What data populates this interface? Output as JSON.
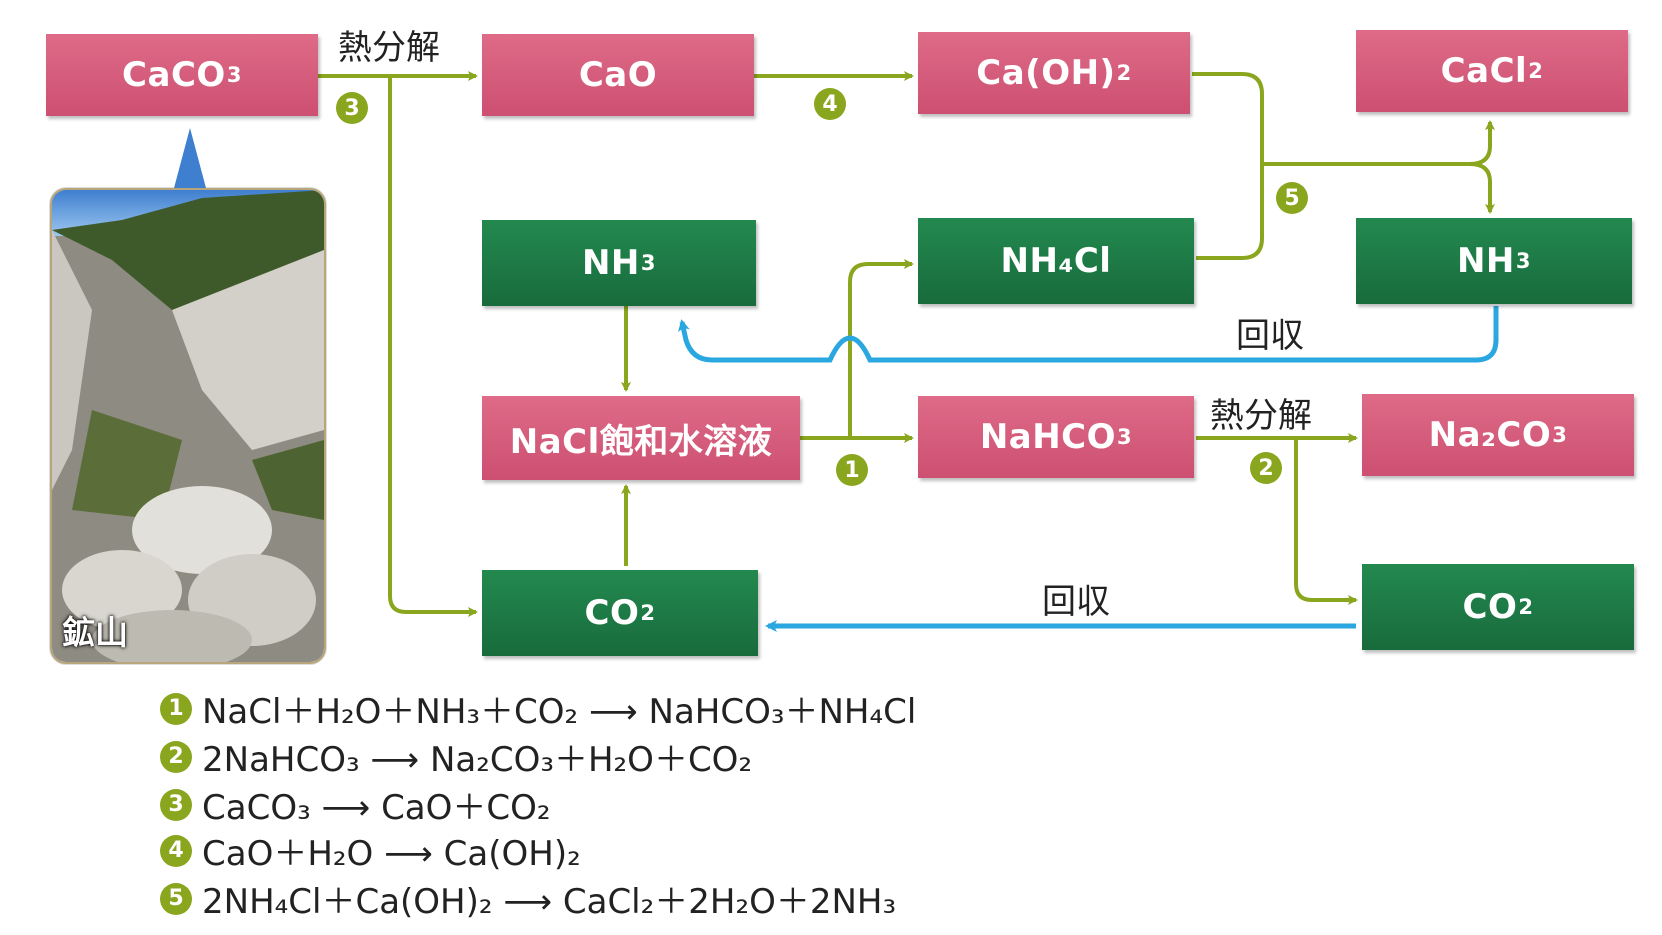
{
  "nodes": {
    "caco3": {
      "label": "CaCO",
      "sub": "3"
    },
    "cao": {
      "label": "CaO",
      "sub": ""
    },
    "caoh2": {
      "label": "Ca(OH)",
      "sub": "2"
    },
    "cacl2": {
      "label": "CaCl",
      "sub": "2"
    },
    "nh3_left": {
      "label": "NH",
      "sub": "3"
    },
    "nh4cl": {
      "label": "NH₄Cl",
      "sub": ""
    },
    "nh3_right": {
      "label": "NH",
      "sub": "3"
    },
    "nacl": {
      "label": "NaCl飽和水溶液",
      "sub": ""
    },
    "nahco3": {
      "label": "NaHCO",
      "sub": "3"
    },
    "na2co3": {
      "label": "Na₂CO",
      "sub": "3"
    },
    "co2_left": {
      "label": "CO",
      "sub": "2"
    },
    "co2_right": {
      "label": "CO",
      "sub": "2"
    }
  },
  "labels": {
    "thermal_top": "熱分解",
    "thermal_mid": "熱分解",
    "recover_top": "回収",
    "recover_bottom": "回収"
  },
  "steps": {
    "s1": "1",
    "s2": "2",
    "s3": "3",
    "s4": "4",
    "s5": "5"
  },
  "photo": {
    "caption": "鉱山"
  },
  "equations": [
    {
      "num": "1",
      "text": "NaCl＋H₂O＋NH₃＋CO₂ ⟶ NaHCO₃＋NH₄Cl"
    },
    {
      "num": "2",
      "text": "2NaHCO₃ ⟶ Na₂CO₃＋H₂O＋CO₂"
    },
    {
      "num": "3",
      "text": "CaCO₃ ⟶ CaO＋CO₂"
    },
    {
      "num": "4",
      "text": "CaO＋H₂O ⟶ Ca(OH)₂"
    },
    {
      "num": "5",
      "text": "2NH₄Cl＋Ca(OH)₂ ⟶ CaCl₂＋2H₂O＋2NH₃"
    }
  ],
  "colors": {
    "pink": "#d65a7a",
    "green": "#1c7a45",
    "olive": "#8aa61e",
    "blue": "#2aa7e0"
  }
}
